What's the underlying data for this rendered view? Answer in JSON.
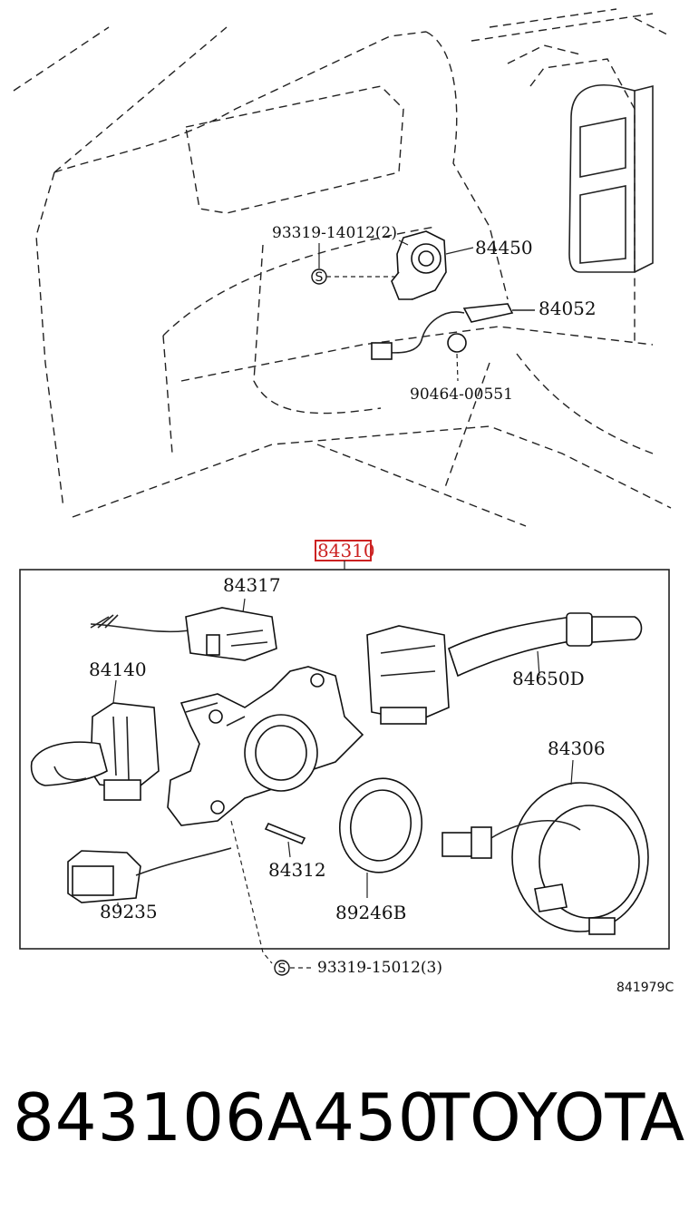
{
  "diagram": {
    "labels": {
      "screw_upper": "93319-14012(2)",
      "ignition_switch": "84450",
      "ignition_harness": "84052",
      "clamp": "90464-00551",
      "combination_switch": "84310",
      "switch_84317": "84317",
      "switch_84140": "84140",
      "switch_84650D": "84650D",
      "spiral_cable": "84306",
      "pin_84312": "84312",
      "sensor_89235": "89235",
      "ring_89246B": "89246B",
      "screw_lower": "93319-15012(3)",
      "screw_symbol": "S",
      "figure_code": "841979C"
    },
    "highlight_color": "#cc2222"
  },
  "footer": {
    "part_number": "843106A450",
    "brand": "TOYOTA"
  }
}
